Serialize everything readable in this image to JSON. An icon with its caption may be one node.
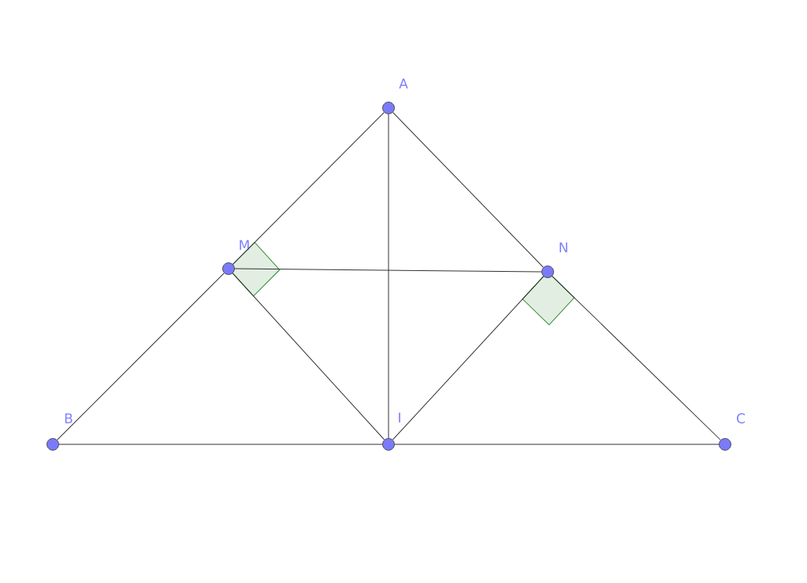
{
  "diagram": {
    "nodes": [
      {
        "text": [
          "A"
        ]
      },
      {
        "text": [
          "M"
        ]
      },
      {
        "text": [
          "N"
        ]
      },
      {
        "text": [
          "B"
        ]
      },
      {
        "text": [
          "I"
        ]
      },
      {
        "text": [
          "C"
        ]
      }
    ],
    "edges": [
      {
        "from": 0,
        "to": 1,
        "arrow": "none"
      },
      {
        "from": 1,
        "to": 3,
        "arrow": "none"
      },
      {
        "from": 0,
        "to": 2,
        "arrow": "none"
      },
      {
        "from": 2,
        "to": 5,
        "arrow": "none"
      },
      {
        "from": 0,
        "to": 4,
        "arrow": "none"
      },
      {
        "from": 3,
        "to": 4,
        "arrow": "none"
      },
      {
        "from": 4,
        "to": 5,
        "arrow": "none"
      },
      {
        "from": 1,
        "to": 4,
        "arrow": "none"
      },
      {
        "from": 2,
        "to": 4,
        "arrow": "none"
      },
      {
        "from": 1,
        "to": 2,
        "arrow": "none"
      }
    ]
  }
}
